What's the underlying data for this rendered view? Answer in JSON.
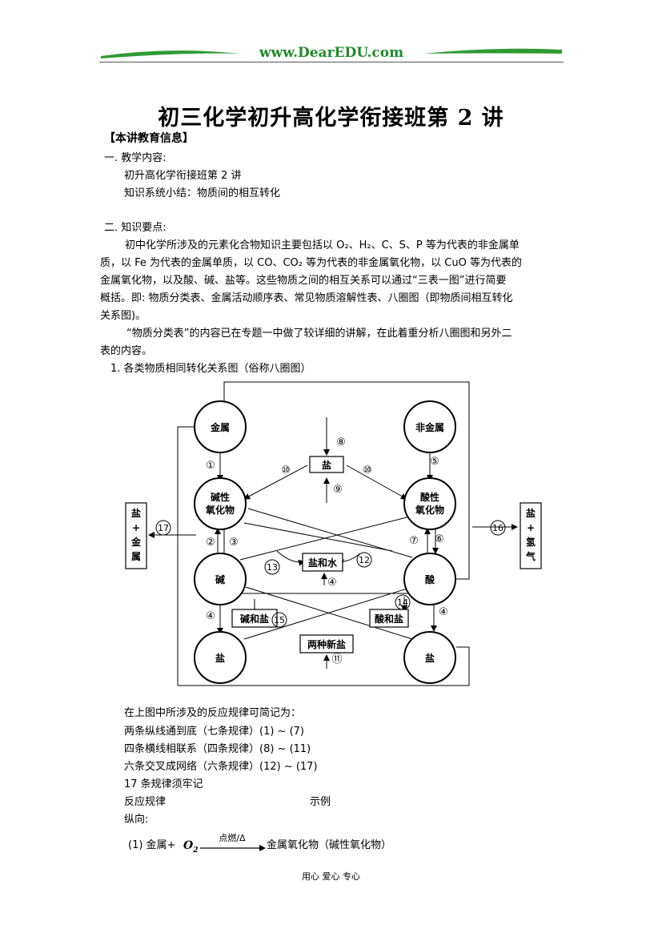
{
  "header": {
    "site": "www.DearEDU.com"
  },
  "title": "初三化学初升高化学衔接班第 2 讲",
  "section_label": "【本讲教育信息】",
  "part1": {
    "heading": "一. 教学内容:",
    "line1": "初升高化学衔接班第 2 讲",
    "line2": "知识系统小结：物质间的相互转化"
  },
  "part2": {
    "heading": "二. 知识要点:",
    "para1": [
      "初中化学所涉及的元素化合物知识主要包括以 O₂、H₂、C、S、P 等为代表的非金属单",
      "质，以 Fe 为代表的金属单质，以 CO、CO₂ 等为代表的非金属氧化物，以 CuO 等为代表的",
      "金属氧化物，以及酸、碱、盐等。这些物质之间的相互关系可以通过“三表一图”进行简要",
      "概括。即: 物质分类表、金属活动顺序表、常见物质溶解性表、八圈图（即物质间相互转化",
      "关系图)。"
    ],
    "para2": [
      "“物质分类表”的内容已在专题一中做了较详细的讲解，在此着重分析八圈图和另外二",
      "表的内容。"
    ],
    "item1": "1. 各类物质相同转化关系图（俗称八圈图）"
  },
  "diagram": {
    "circles": {
      "metal": "金属",
      "nonmetal": "非金属",
      "basic_oxide": [
        "碱性",
        "氧化物"
      ],
      "acidic_oxide": [
        "酸性",
        "氧化物"
      ],
      "base": "碱",
      "acid": "酸",
      "salt_left": "盐",
      "salt_right": "盐"
    },
    "boxes": {
      "salt_top": "盐",
      "salt_water": "盐和水",
      "base_salt": "碱和盐",
      "acid_salt": "酸和盐",
      "two_salts": "两种新盐",
      "salt_metal": [
        "盐",
        "+",
        "金",
        "属"
      ],
      "salt_hydrogen": [
        "盐",
        "+",
        "氢",
        "气"
      ]
    },
    "numbers": {
      "n1": "①",
      "n2": "②",
      "n3": "③",
      "n4a": "④",
      "n4b": "④",
      "n4c": "④",
      "n5": "⑤",
      "n6": "⑥",
      "n7": "⑦",
      "n8": "⑧",
      "n9": "⑨",
      "n10a": "⑩",
      "n10b": "⑩",
      "n11": "⑪",
      "n12": "12",
      "n13": "13",
      "n14": "14",
      "n15": "15",
      "n16": "16",
      "n17": "17"
    }
  },
  "rules": {
    "intro": "在上图中所涉及的反应规律可简记为：",
    "r1": "两条纵线通到底（七条规律）(1) ~ (7)",
    "r2": "四条横线相联系（四条规律）(8) ~ (11)",
    "r3": "六条交叉成网络（六条规律）(12) ~ (17)",
    "r4": "17 条规律须牢记",
    "col_rule": "反应规律",
    "col_example": "示例",
    "vertical": "纵向:"
  },
  "formula": {
    "prefix": "(1) 金属+",
    "reagent": "O",
    "reagent_sub": "2",
    "condition": "点燃/Δ",
    "product": "金属氧化物（碱性氧化物）"
  },
  "footer": "用心  爱心  专心"
}
